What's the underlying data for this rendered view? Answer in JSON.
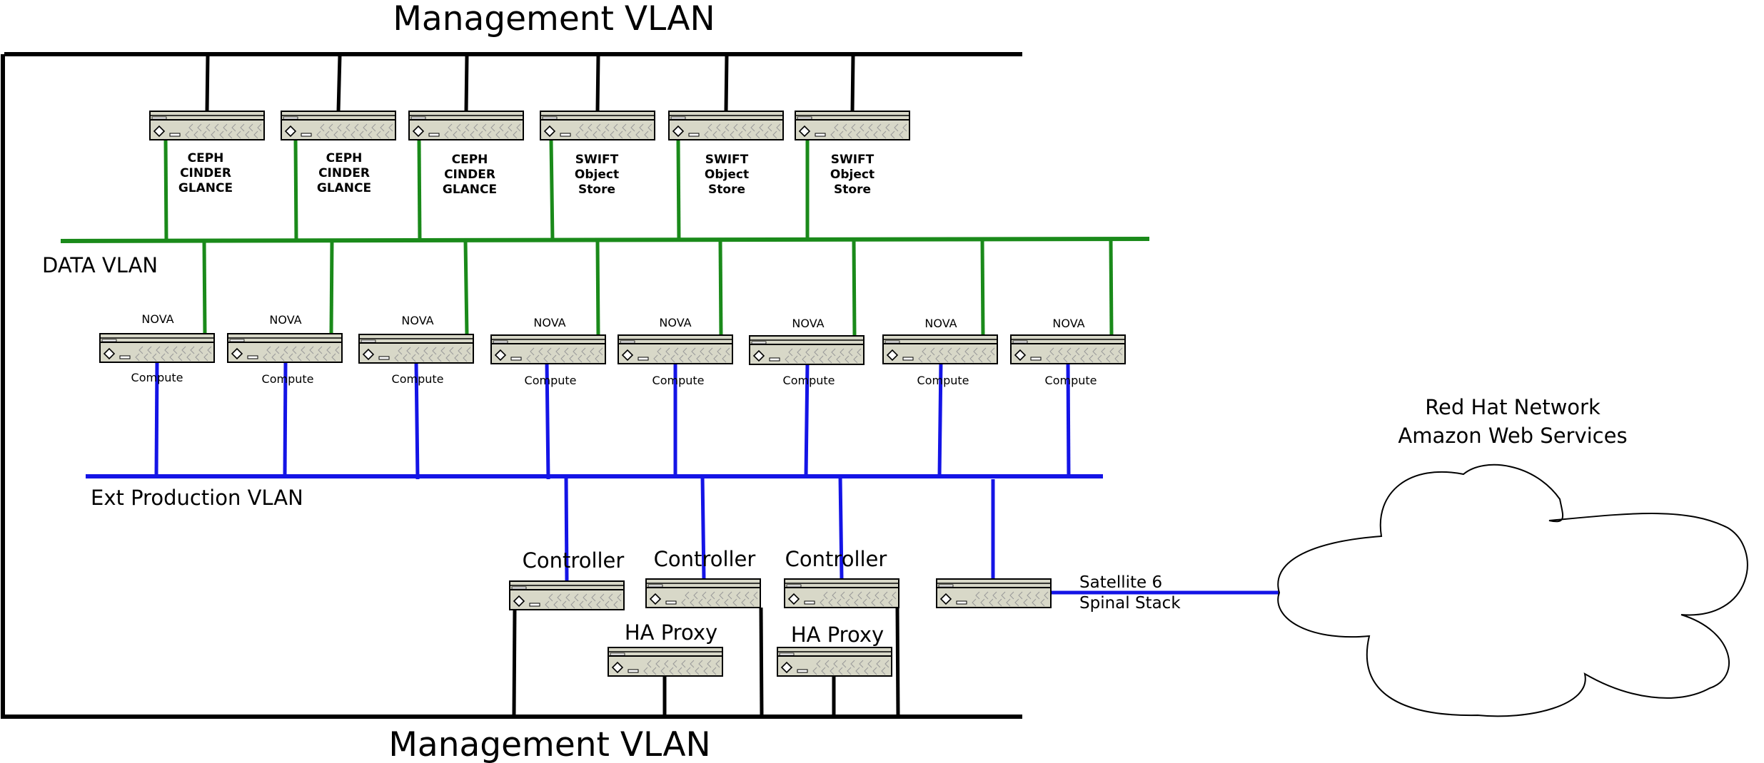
{
  "colors": {
    "management": "#000000",
    "data": "#1a8a1a",
    "ext_production": "#1414e6",
    "server_face": "#d8d8c8",
    "background": "#ffffff"
  },
  "icons": {
    "server": "rack-server-icon",
    "cloud": "cloud-icon"
  },
  "management_vlan": {
    "top_label": "Management VLAN",
    "bottom_label": "Management VLAN"
  },
  "data_vlan": {
    "label": "DATA VLAN"
  },
  "ext_vlan": {
    "label": "Ext Production VLAN"
  },
  "storage_nodes": [
    {
      "line1": "CEPH",
      "line2": "CINDER",
      "line3": "GLANCE"
    },
    {
      "line1": "CEPH",
      "line2": "CINDER",
      "line3": "GLANCE"
    },
    {
      "line1": "CEPH",
      "line2": "CINDER",
      "line3": "GLANCE"
    },
    {
      "line1": "SWIFT",
      "line2": "Object",
      "line3": "Store"
    },
    {
      "line1": "SWIFT",
      "line2": "Object",
      "line3": "Store"
    },
    {
      "line1": "SWIFT",
      "line2": "Object",
      "line3": "Store"
    }
  ],
  "compute_nodes": [
    {
      "top": "NOVA",
      "bottom": "Compute"
    },
    {
      "top": "NOVA",
      "bottom": "Compute"
    },
    {
      "top": "NOVA",
      "bottom": "Compute"
    },
    {
      "top": "NOVA",
      "bottom": "Compute"
    },
    {
      "top": "NOVA",
      "bottom": "Compute"
    },
    {
      "top": "NOVA",
      "bottom": "Compute"
    },
    {
      "top": "NOVA",
      "bottom": "Compute"
    },
    {
      "top": "NOVA",
      "bottom": "Compute"
    }
  ],
  "controllers": [
    "Controller",
    "Controller",
    "Controller"
  ],
  "ha_proxies": [
    "HA Proxy",
    "HA Proxy"
  ],
  "satellite": {
    "line1": "Satellite 6",
    "line2": "Spinal Stack"
  },
  "cloud": {
    "line1": "Red Hat Network",
    "line2": "Amazon Web Services"
  }
}
